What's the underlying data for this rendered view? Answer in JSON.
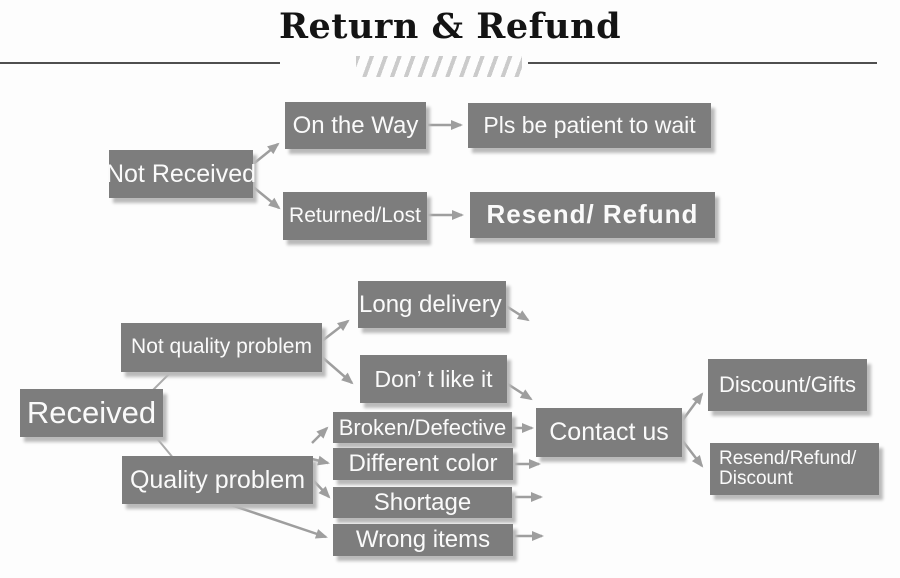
{
  "header": {
    "title": "Return & Refund"
  },
  "colors": {
    "box_fill": "#7d7d7d",
    "box_text": "#fafafa",
    "shadow": "#bababa",
    "arrow": "#9e9e9e",
    "connector": "#ababab",
    "rule": "#4f4f4f",
    "hatch": "#cbcbcb",
    "title_text": "#141414",
    "background": "#fdfdfd"
  },
  "nodes": {
    "not_received": {
      "label": "Not Received"
    },
    "on_the_way": {
      "label": "On the Way"
    },
    "returned_lost": {
      "label": "Returned/Lost"
    },
    "pls_wait": {
      "label": "Pls be patient to wait"
    },
    "resend_refund": {
      "label": "Resend/ Refund"
    },
    "received": {
      "label": "Received"
    },
    "not_quality_problem": {
      "label": "Not quality problem"
    },
    "quality_problem": {
      "label": "Quality problem"
    },
    "long_delivery": {
      "label": "Long delivery"
    },
    "dont_like_it": {
      "label": "Don’ t like it"
    },
    "broken_defective": {
      "label": "Broken/Defective"
    },
    "different_color": {
      "label": "Different color"
    },
    "shortage": {
      "label": "Shortage"
    },
    "wrong_items": {
      "label": "Wrong items"
    },
    "contact_us": {
      "label": "Contact us"
    },
    "discount_gifts": {
      "label": "Discount/Gifts"
    },
    "resend_refund_discount": {
      "line1": "Resend/Refund/",
      "line2": "Discount"
    }
  },
  "edges": [
    {
      "from": "not_received",
      "to": "on_the_way"
    },
    {
      "from": "not_received",
      "to": "returned_lost"
    },
    {
      "from": "on_the_way",
      "to": "pls_wait"
    },
    {
      "from": "returned_lost",
      "to": "resend_refund"
    },
    {
      "from": "received",
      "to": "not_quality_problem"
    },
    {
      "from": "received",
      "to": "quality_problem"
    },
    {
      "from": "not_quality_problem",
      "to": "long_delivery"
    },
    {
      "from": "not_quality_problem",
      "to": "dont_like_it"
    },
    {
      "from": "long_delivery",
      "to": "contact_us"
    },
    {
      "from": "dont_like_it",
      "to": "contact_us"
    },
    {
      "from": "quality_problem",
      "to": "broken_defective"
    },
    {
      "from": "quality_problem",
      "to": "different_color"
    },
    {
      "from": "quality_problem",
      "to": "shortage"
    },
    {
      "from": "quality_problem",
      "to": "wrong_items"
    },
    {
      "from": "broken_defective",
      "to": "contact_us"
    },
    {
      "from": "different_color",
      "to": "contact_us"
    },
    {
      "from": "shortage",
      "to": "contact_us"
    },
    {
      "from": "wrong_items",
      "to": "contact_us"
    },
    {
      "from": "contact_us",
      "to": "discount_gifts"
    },
    {
      "from": "contact_us",
      "to": "resend_refund_discount"
    }
  ]
}
